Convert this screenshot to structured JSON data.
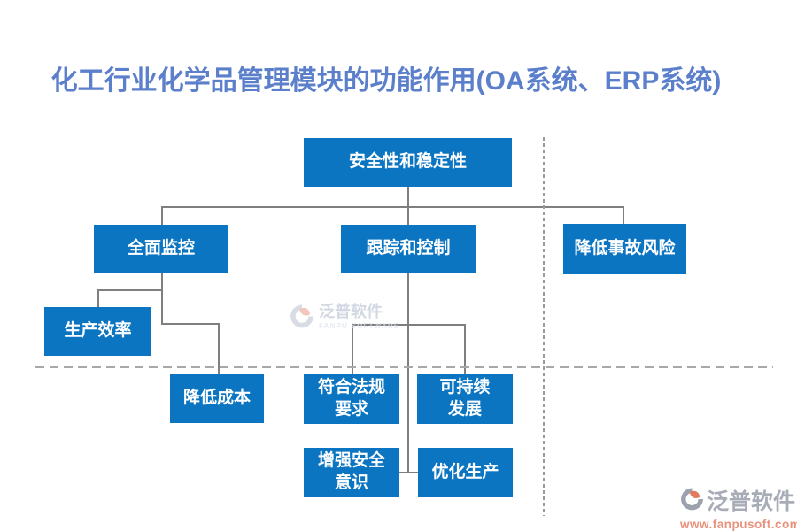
{
  "title": "化工行业化学品管理模块的功能作用(OA系统、ERP系统)",
  "nodes": {
    "root": {
      "label": "安全性和稳定性"
    },
    "monitor": {
      "label": "全面监控"
    },
    "track": {
      "label": "跟踪和控制"
    },
    "risk": {
      "label": "降低事故风险"
    },
    "efficiency": {
      "label": "生产效率"
    },
    "cost": {
      "label": "降低成本"
    },
    "compliance": {
      "label": "符合法规\n要求"
    },
    "sustain": {
      "label": "可持续\n发展"
    },
    "awareness": {
      "label": "增强安全\n意识"
    },
    "optimize": {
      "label": "优化生产"
    }
  },
  "watermark_center": {
    "name": "泛普软件",
    "subtitle": "FANPU SOFTWARE"
  },
  "watermark_corner": {
    "name": "泛普软件",
    "url": "www.fanpusoft.com"
  },
  "colors": {
    "node_fill": "#0C75C2",
    "node_text": "#ffffff",
    "title_text": "#5B7FCB",
    "connector": "#7f7f7f",
    "dashed_line": "#a8a8a8",
    "watermark_accent": "#e2795c"
  }
}
